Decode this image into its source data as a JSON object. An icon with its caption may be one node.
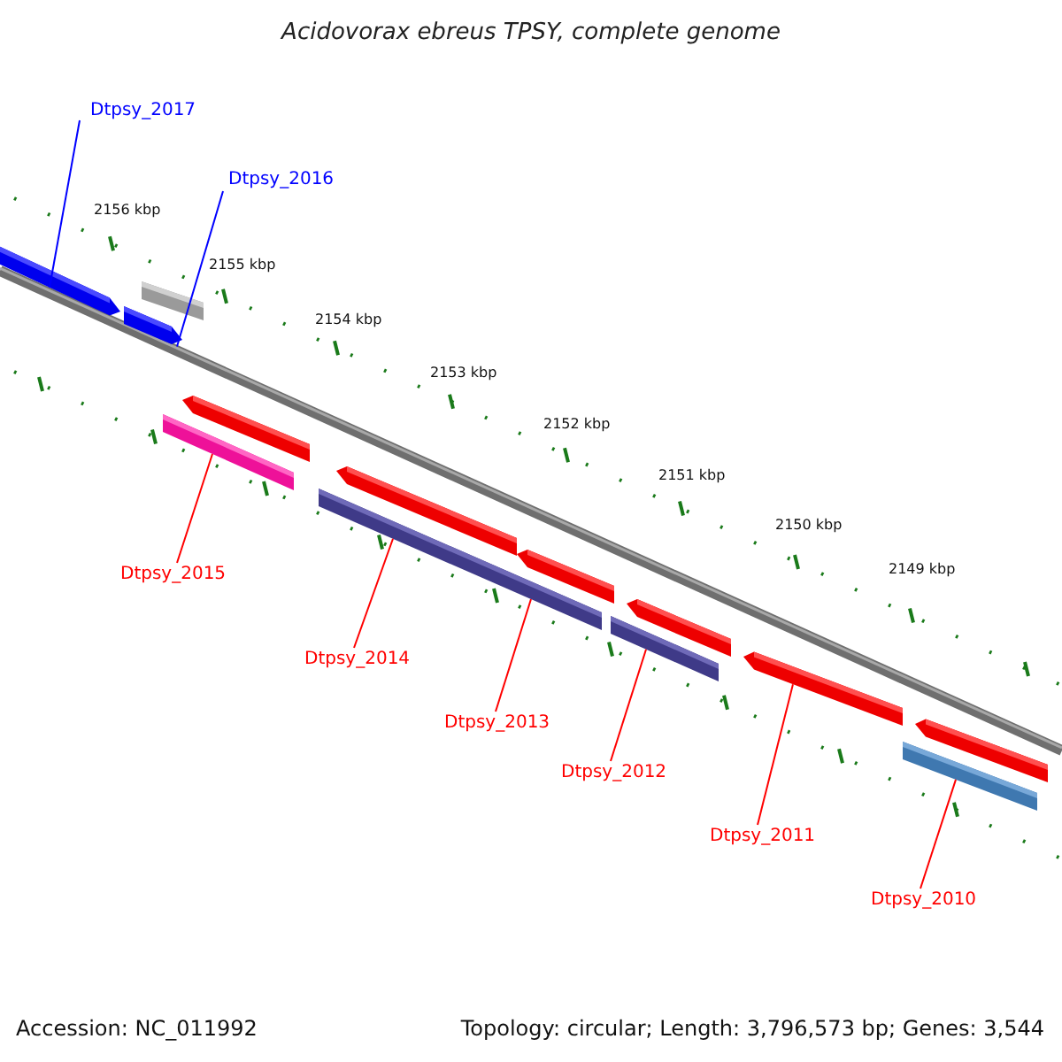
{
  "diagram": {
    "title": "Acidovorax ebreus TPSY, complete genome",
    "nodes": [
      {
        "text": [
          "Dtpsy_2017"
        ]
      },
      {
        "text": [
          "Dtpsy_2016"
        ]
      },
      {
        "text": [
          "Dtpsy_2015"
        ]
      },
      {
        "text": [
          "Dtpsy_2014"
        ]
      },
      {
        "text": [
          "Dtpsy_2013"
        ]
      },
      {
        "text": [
          "Dtpsy_2012"
        ]
      },
      {
        "text": [
          "Dtpsy_2011"
        ]
      },
      {
        "text": [
          "Dtpsy_2010"
        ]
      },
      {
        "text": [],
        "shape": "bar"
      },
      {
        "text": [],
        "shape": "bar"
      },
      {
        "text": [],
        "shape": "bar"
      },
      {
        "text": [],
        "shape": "bar"
      },
      {
        "text": [],
        "shape": "bar"
      },
      {
        "text": [],
        "shape": "bar"
      },
      {
        "text": [],
        "shape": "bar"
      }
    ],
    "edges": [
      {
        "from": 0,
        "to": 8,
        "arrow": "none",
        "color": "#0000ff"
      },
      {
        "from": 1,
        "to": 9,
        "arrow": "none",
        "color": "#0000ff"
      },
      {
        "from": 2,
        "to": 10,
        "arrow": "none"
      },
      {
        "from": 3,
        "to": 11,
        "arrow": "none"
      },
      {
        "from": 4,
        "to": 11,
        "arrow": "none"
      },
      {
        "from": 5,
        "to": 12,
        "arrow": "none"
      },
      {
        "from": 6,
        "to": 13,
        "arrow": "none"
      },
      {
        "from": 7,
        "to": 14,
        "arrow": "none"
      }
    ],
    "labels": [
      "2156 kbp",
      "2155 kbp",
      "2154 kbp",
      "2153 kbp",
      "2152 kbp",
      "2151 kbp",
      "2150 kbp",
      "2149 kbp",
      "Accession: NC_011992",
      "Topology: circular; Length: 3,796,573 bp; Genes: 3,544"
    ]
  }
}
